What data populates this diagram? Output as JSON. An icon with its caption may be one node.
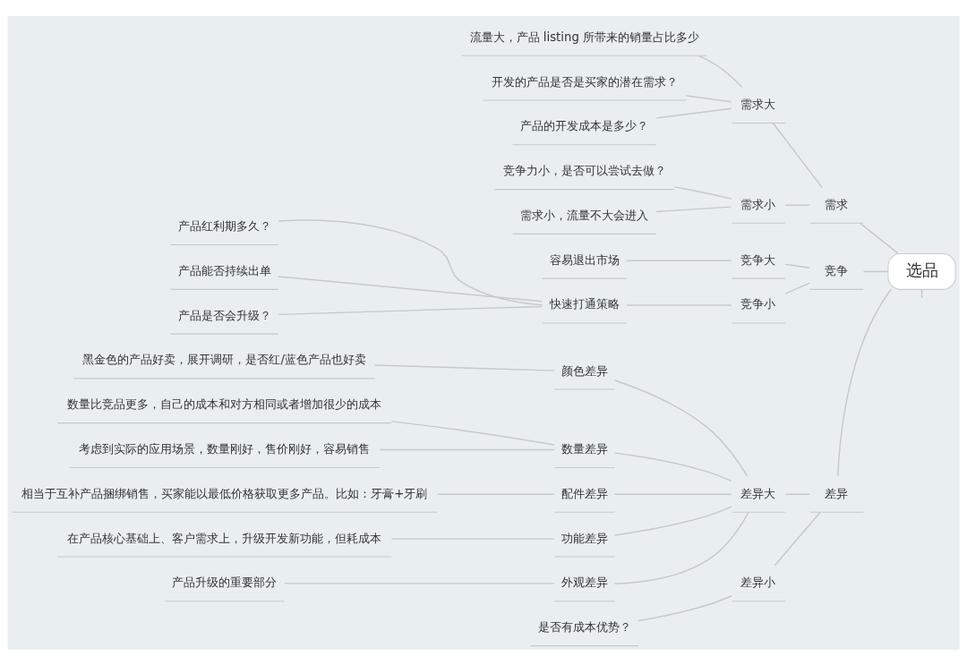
{
  "diagram": {
    "nodes": [
      {
        "text": [
          "选品"
        ]
      },
      {
        "text": [
          "需求"
        ]
      },
      {
        "text": [
          "需求大"
        ]
      },
      {
        "text": [
          "流量大，产品 listing 所带来的销量占比多少"
        ]
      },
      {
        "text": [
          "开发的产品是否是买家的潜在需求？"
        ]
      },
      {
        "text": [
          "产品的开发成本是多少？"
        ]
      },
      {
        "text": [
          "需求小"
        ]
      },
      {
        "text": [
          "竞争力小，是否可以尝试去做？"
        ]
      },
      {
        "text": [
          "需求小，流量不大会进入"
        ]
      },
      {
        "text": [
          "竞争"
        ]
      },
      {
        "text": [
          "竞争大"
        ]
      },
      {
        "text": [
          "容易退出市场"
        ]
      },
      {
        "text": [
          "竞争小"
        ]
      },
      {
        "text": [
          "快速打通策略"
        ]
      },
      {
        "text": [
          "产品红利期多久？"
        ]
      },
      {
        "text": [
          "产品能否持续出单"
        ]
      },
      {
        "text": [
          "产品是否会升级？"
        ]
      },
      {
        "text": [
          "差异"
        ]
      },
      {
        "text": [
          "差异大"
        ]
      },
      {
        "text": [
          "颜色差异"
        ]
      },
      {
        "text": [
          "黑金色的产品好卖，展开调研，是否红/蓝色产品也好卖"
        ]
      },
      {
        "text": [
          "数量差异"
        ]
      },
      {
        "text": [
          "数量比竞品更多，自己的成本和对方相同或者增加很少的成本"
        ]
      },
      {
        "text": [
          "考虑到实际的应用场景，数量刚好，售价刚好，容易销售"
        ]
      },
      {
        "text": [
          "配件差异"
        ]
      },
      {
        "text": [
          "相当于互补产品捆绑销售，买家能以最低价格获取更多产品。比如：牙膏+牙刷"
        ]
      },
      {
        "text": [
          "功能差异"
        ]
      },
      {
        "text": [
          "在产品核心基础上、客户需求上，升级开发新功能，但耗成本"
        ]
      },
      {
        "text": [
          "外观差异"
        ]
      },
      {
        "text": [
          "产品升级的重要部分"
        ]
      },
      {
        "text": [
          "差异小"
        ]
      },
      {
        "text": [
          "是否有成本优势？"
        ]
      }
    ],
    "edges": [
      {
        "from": 0,
        "to": null,
        "arrow": "none"
      },
      {
        "from": 0,
        "to": 1,
        "arrow": "none"
      },
      {
        "from": 1,
        "to": 2,
        "arrow": "none"
      },
      {
        "from": 2,
        "to": 3,
        "arrow": "none"
      },
      {
        "from": 2,
        "to": 4,
        "arrow": "none"
      },
      {
        "from": 2,
        "to": 5,
        "arrow": "none"
      },
      {
        "from": 1,
        "to": 6,
        "arrow": "none"
      },
      {
        "from": 6,
        "to": 7,
        "arrow": "none"
      },
      {
        "from": 6,
        "to": 8,
        "arrow": "none"
      },
      {
        "from": 0,
        "to": 9,
        "arrow": "none"
      },
      {
        "from": 9,
        "to": 10,
        "arrow": "none"
      },
      {
        "from": 10,
        "to": 11,
        "arrow": "none"
      },
      {
        "from": 9,
        "to": 12,
        "arrow": "none"
      },
      {
        "from": 12,
        "to": 13,
        "arrow": "none"
      },
      {
        "from": 13,
        "to": 14,
        "arrow": "none"
      },
      {
        "from": 13,
        "to": 15,
        "arrow": "none"
      },
      {
        "from": 13,
        "to": 16,
        "arrow": "none"
      },
      {
        "from": 0,
        "to": 17,
        "arrow": "none"
      },
      {
        "from": 17,
        "to": 18,
        "arrow": "none"
      },
      {
        "from": 18,
        "to": 19,
        "arrow": "none"
      },
      {
        "from": 19,
        "to": 20,
        "arrow": "none"
      },
      {
        "from": 18,
        "to": 21,
        "arrow": "none"
      },
      {
        "from": 21,
        "to": 22,
        "arrow": "none"
      },
      {
        "from": 21,
        "to": 23,
        "arrow": "none"
      },
      {
        "from": 18,
        "to": 24,
        "arrow": "none"
      },
      {
        "from": 24,
        "to": 25,
        "arrow": "none"
      },
      {
        "from": 18,
        "to": 26,
        "arrow": "none"
      },
      {
        "from": 26,
        "to": 27,
        "arrow": "none"
      },
      {
        "from": 18,
        "to": 28,
        "arrow": "none"
      },
      {
        "from": 28,
        "to": 29,
        "arrow": "none"
      },
      {
        "from": 17,
        "to": 30,
        "arrow": "none"
      },
      {
        "from": 30,
        "to": 31,
        "arrow": "none"
      }
    ]
  }
}
